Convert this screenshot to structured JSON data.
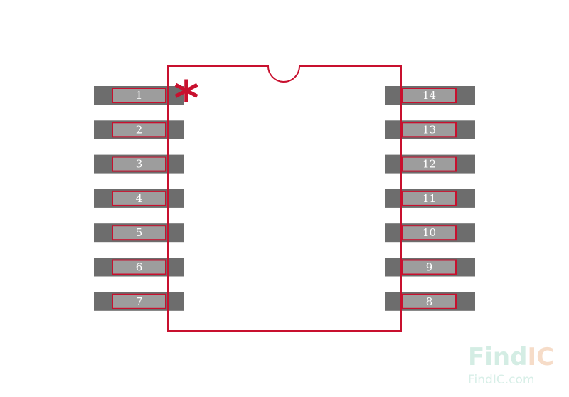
{
  "pins_left": [
    {
      "number": "1"
    },
    {
      "number": "2"
    },
    {
      "number": "3"
    },
    {
      "number": "4"
    },
    {
      "number": "5"
    },
    {
      "number": "6"
    },
    {
      "number": "7"
    }
  ],
  "pins_right": [
    {
      "number": "14"
    },
    {
      "number": "13"
    },
    {
      "number": "12"
    },
    {
      "number": "11"
    },
    {
      "number": "10"
    },
    {
      "number": "9"
    },
    {
      "number": "8"
    }
  ],
  "pin1_marker": "*",
  "colors": {
    "outline": "#c8102e",
    "pad_dark": "#6d6d6d",
    "pad_light": "#9d9d9d",
    "watermark_find": "#d4ede4",
    "watermark_ic": "#f6dcc8"
  },
  "watermark": {
    "brand_part1": "Find",
    "brand_part2": "IC",
    "url": "FindIC.com"
  }
}
